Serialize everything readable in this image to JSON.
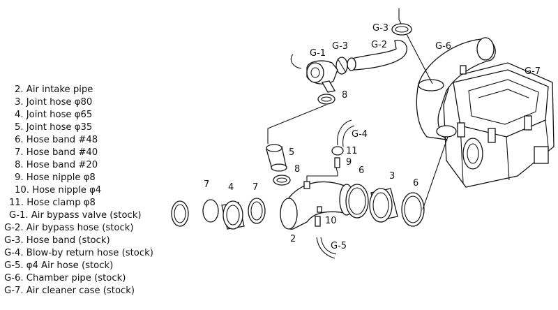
{
  "legend": [
    {
      "num": "2.",
      "text": "Air intake pipe"
    },
    {
      "num": "3.",
      "text": "Joint hose  φ80"
    },
    {
      "num": "4.",
      "text": "Joint hose  φ65"
    },
    {
      "num": "5.",
      "text": "Joint hose  φ35"
    },
    {
      "num": "6.",
      "text": "Hose band  #48"
    },
    {
      "num": "7.",
      "text": "Hose band  #40"
    },
    {
      "num": "8.",
      "text": "Hose band  #20"
    },
    {
      "num": "9.",
      "text": "Hose nipple  φ8"
    },
    {
      "num": "10.",
      "text": "Hose nipple  φ4"
    },
    {
      "num": "11.",
      "text": "Hose clamp  φ8"
    },
    {
      "num": "G-1.",
      "text": "Air bypass valve (stock)"
    },
    {
      "num": "G-2.",
      "text": "Air bypass hose (stock)"
    },
    {
      "num": "G-3.",
      "text": "Hose band (stock)"
    },
    {
      "num": "G-4.",
      "text": "Blow-by return hose (stock)"
    },
    {
      "num": "G-5.",
      "text": "φ4  Air hose (stock)"
    },
    {
      "num": "G-6.",
      "text": "Chamber pipe (stock)"
    },
    {
      "num": "G-7.",
      "text": "Air cleaner case (stock)"
    }
  ],
  "callouts": {
    "g3_top": "G-3",
    "g6": "G-6",
    "g7": "G-7",
    "g1": "G-1",
    "g3_mid": "G-3",
    "g2": "G-2",
    "n8_top": "8",
    "g4": "G-4",
    "n5": "5",
    "n11": "11",
    "n9": "9",
    "n8_mid": "8",
    "n6_mid": "6",
    "n3": "3",
    "n6_right": "6",
    "n7_left": "7",
    "n4": "4",
    "n7_mid": "7",
    "n10": "10",
    "n2": "2",
    "g5": "G-5"
  }
}
